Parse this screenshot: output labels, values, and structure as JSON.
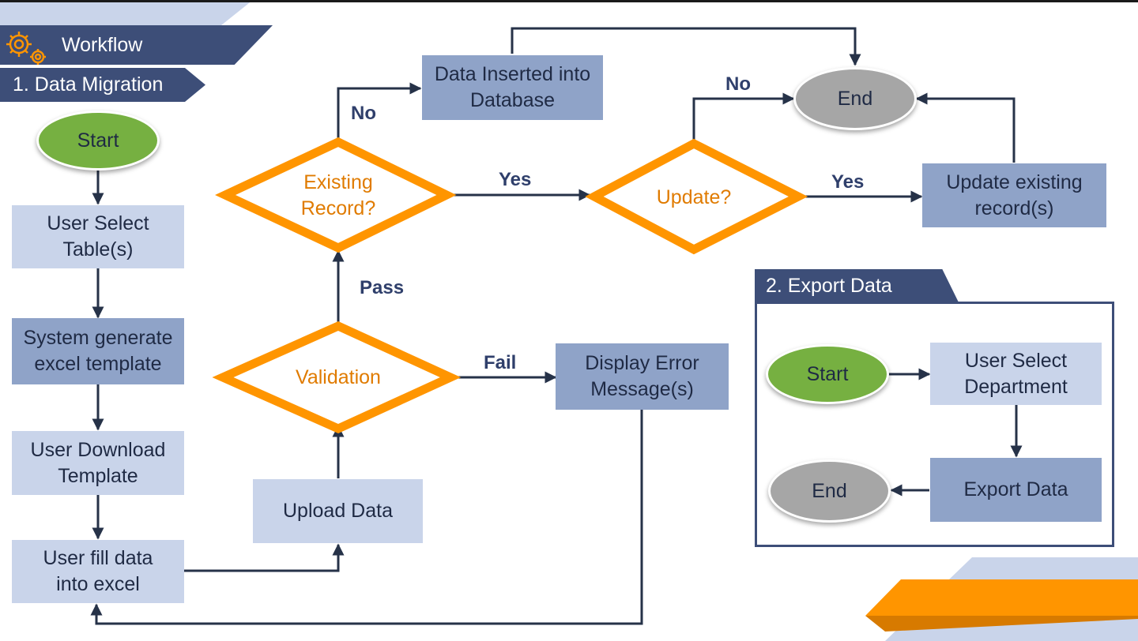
{
  "header": {
    "workflow_title": "Workflow",
    "section1_title": "1. Data Migration",
    "section2_title": "2. Export Data"
  },
  "migration": {
    "start": "Start",
    "select_tables": "User Select\nTable(s)",
    "generate_template": "System generate\nexcel template",
    "download_template": "User Download\nTemplate",
    "fill_data": "User fill data\ninto excel",
    "upload_data": "Upload Data",
    "validation": "Validation",
    "existing_record": "Existing\nRecord?",
    "data_inserted": "Data Inserted into\nDatabase",
    "update_question": "Update?",
    "update_existing": "Update existing\nrecord(s)",
    "display_error": "Display Error\nMessage(s)",
    "end": "End"
  },
  "edge_labels": {
    "pass": "Pass",
    "fail": "Fail",
    "no_existing": "No",
    "yes_existing": "Yes",
    "no_update": "No",
    "yes_update": "Yes"
  },
  "export": {
    "start": "Start",
    "select_department": "User Select\nDepartment",
    "export_data": "Export Data",
    "end": "End"
  },
  "colors": {
    "navy": "#3d4e78",
    "orange": "#ff9500",
    "light_box": "#c9d4ea",
    "mid_box": "#8fa3c8",
    "start_green": "#76b041",
    "end_grey": "#a6a6a6",
    "arrow": "#263248"
  }
}
